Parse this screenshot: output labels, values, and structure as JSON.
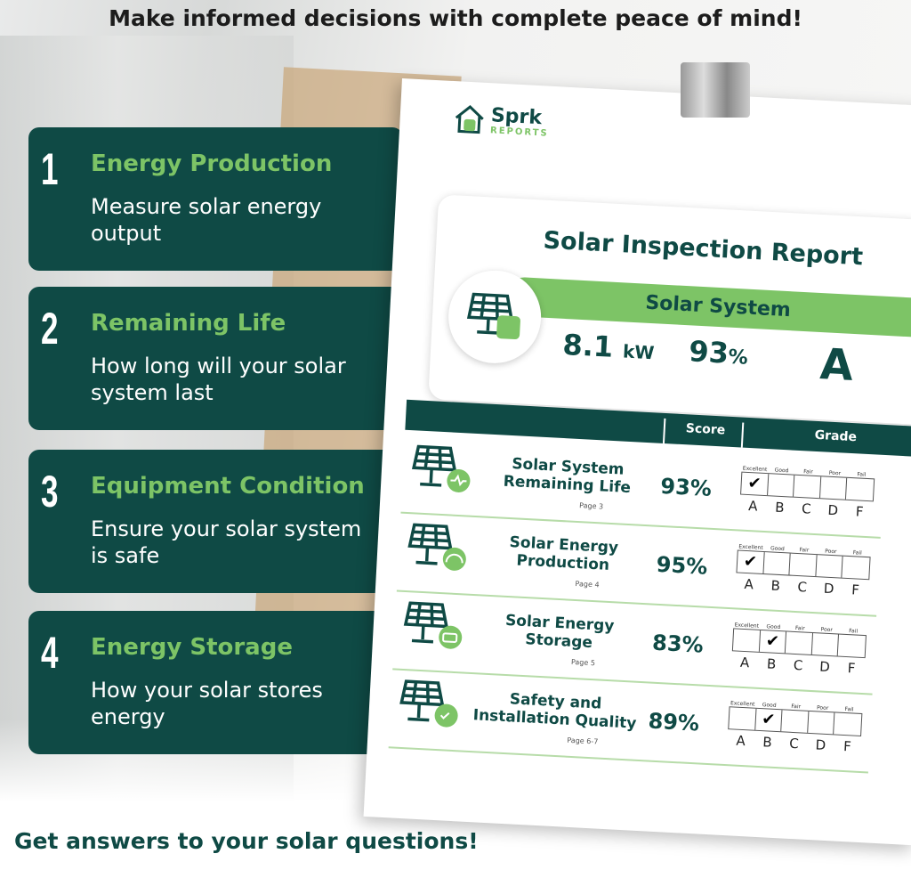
{
  "headline": "Make informed decisions with complete peace of mind!",
  "footer": "Get answers to your solar questions!",
  "colors": {
    "dark_teal": "#0f4a45",
    "green": "#7dc466"
  },
  "features": [
    {
      "number": "1",
      "title": "Energy Production",
      "description": "Measure solar energy output"
    },
    {
      "number": "2",
      "title": "Remaining Life",
      "description": "How long will your solar system last"
    },
    {
      "number": "3",
      "title": "Equipment Condition",
      "description": "Ensure your solar system is safe"
    },
    {
      "number": "4",
      "title": "Energy Storage",
      "description": "How your solar stores energy"
    }
  ],
  "report": {
    "logo": {
      "name": "Sprk",
      "sub": "REPORTS"
    },
    "title": "Solar Inspection Report",
    "summary": {
      "label": "Solar System",
      "size_value": "8.1",
      "size_unit": "kW",
      "score_value": "93",
      "score_unit": "%",
      "grade": "A"
    },
    "columns": {
      "score": "Score",
      "grade": "Grade"
    },
    "grade_labels": [
      "Excellent",
      "Good",
      "Fair",
      "Poor",
      "Fail"
    ],
    "grade_letters": [
      "A",
      "B",
      "C",
      "D",
      "F"
    ],
    "rows": [
      {
        "name": "Solar System Remaining Life",
        "page": "Page 3",
        "score": "93%",
        "grade": "A",
        "icon": "solar-panel-pulse-icon"
      },
      {
        "name": "Solar Energy Production",
        "page": "Page 4",
        "score": "95%",
        "grade": "A",
        "icon": "solar-panel-gauge-icon"
      },
      {
        "name": "Solar Energy Storage",
        "page": "Page 5",
        "score": "83%",
        "grade": "B",
        "icon": "solar-panel-battery-icon"
      },
      {
        "name": "Safety and Installation Quality",
        "page": "Page 6-7",
        "score": "89%",
        "grade": "B",
        "icon": "solar-panel-shield-icon"
      }
    ]
  }
}
